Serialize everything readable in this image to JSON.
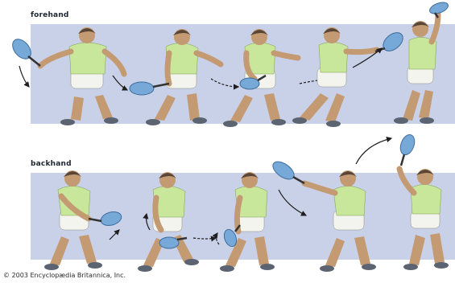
{
  "rows": [
    {
      "id": "forehand",
      "label": "forehand",
      "figure_count": 5
    },
    {
      "id": "backhand",
      "label": "backhand",
      "figure_count": 5
    }
  ],
  "credit": "© 2003 Encyclopædia Britannica, Inc.",
  "colors": {
    "band": "#c9d1e8",
    "shirt": "#c8e79a",
    "shorts": "#f4f4ee",
    "skin": "#c49a72",
    "hair": "#5a4636",
    "shoes": "#5b6470",
    "racket": "#76a9d8",
    "arrow": "#1f1f1f"
  },
  "icons": {
    "figure": "tennis-player-figure",
    "racket": "tennis-racket-icon",
    "arrow": "motion-arrow-icon"
  }
}
